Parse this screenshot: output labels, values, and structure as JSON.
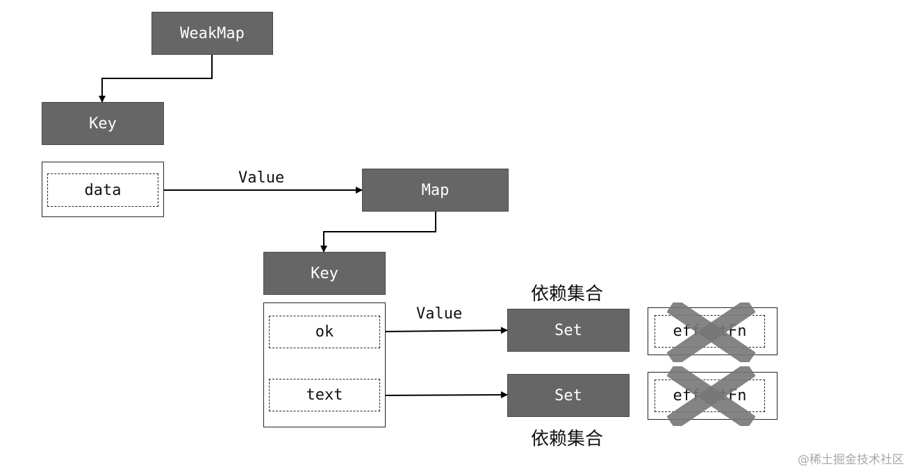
{
  "nodes": {
    "weakmap": "WeakMap",
    "key1": "Key",
    "data": "data",
    "map": "Map",
    "key2": "Key",
    "ok": "ok",
    "text": "text",
    "set1": "Set",
    "set2": "Set",
    "effect1": "effectFn",
    "effect2": "effectFn"
  },
  "edge_labels": {
    "data_to_map": "Value",
    "ok_to_set": "Value"
  },
  "captions": {
    "set1_caption": "依赖集合",
    "set2_caption": "依赖集合"
  },
  "watermark": "@稀土掘金技术社区",
  "colors": {
    "box_fill": "#666666",
    "cross": "#777777",
    "line": "#000000"
  }
}
